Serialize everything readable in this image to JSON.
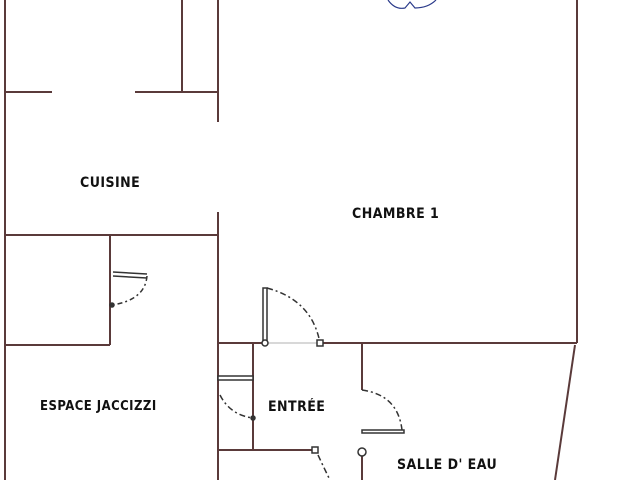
{
  "rooms": {
    "cuisine": "CUISINE",
    "chambre": "CHAMBRE 1",
    "espace": "ESPACE JACCIZZI",
    "entree": "ENTRÉE",
    "salle": "SALLE D' EAU"
  },
  "colors": {
    "wall": "#5a3a3a",
    "door": "#333333",
    "icon": "#2a3a8a"
  }
}
